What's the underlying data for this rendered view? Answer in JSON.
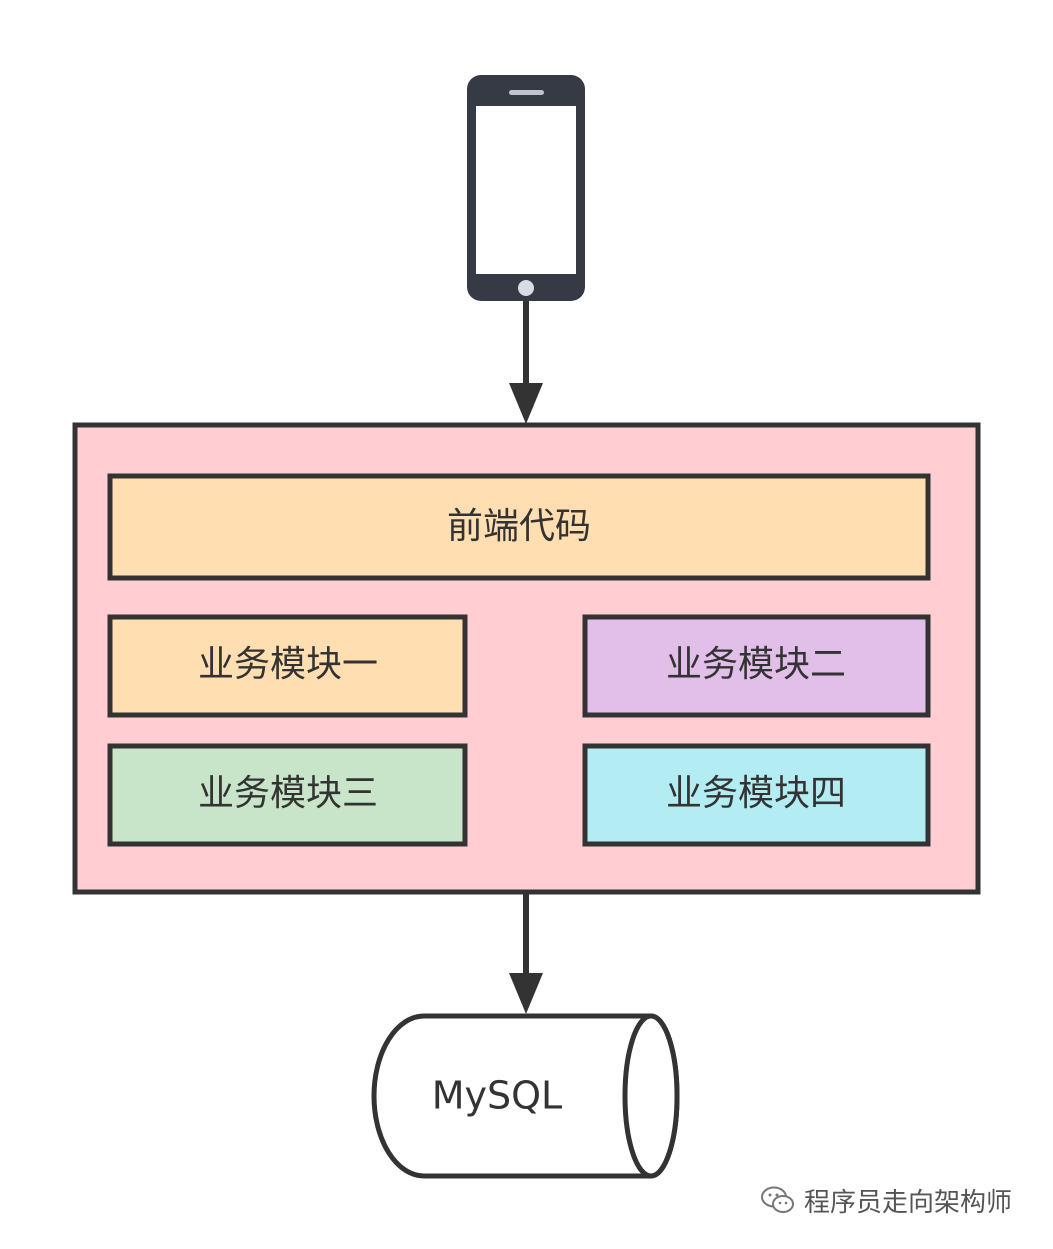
{
  "diagram": {
    "frontend": {
      "label": "前端代码"
    },
    "modules": [
      {
        "label": "业务模块一",
        "color": "#ffdfb1"
      },
      {
        "label": "业务模块二",
        "color": "#e1bfe8"
      },
      {
        "label": "业务模块三",
        "color": "#c9e5c9"
      },
      {
        "label": "业务模块四",
        "color": "#b3ecf3"
      }
    ],
    "database": {
      "label": "MySQL"
    },
    "colors": {
      "container_fill": "#ffcdd2",
      "frontend_fill": "#ffdfb1",
      "stroke": "#333333",
      "phone_body": "#363a45"
    }
  },
  "watermark": {
    "icon": "wechat-icon",
    "text": "程序员走向架构师"
  }
}
